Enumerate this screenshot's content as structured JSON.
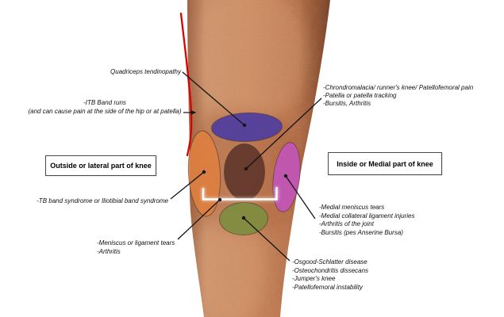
{
  "annotations": {
    "quadriceps": "Quadriceps tendinopathy",
    "itb_band": {
      "line1": "-ITB Band runs",
      "line2": "(and can cause pain at the side of the hip or at patella)"
    },
    "patellofemoral": {
      "line1": "-Chrondromalacia/ runner's knee/ Patellofemoral pain",
      "line2": "-Patella or patella tracking",
      "line3": "-Bursitis, Arthritis"
    },
    "lateral_box": "Outside or lateral part of knee",
    "medial_box": "Inside or Medial part of knee",
    "itb_syndrome": "-TB band syndrome or Iliotibial band syndrome",
    "meniscus": {
      "line1": "-Meniscus or ligament tears",
      "line2": "-Arthritis"
    },
    "medial_side": {
      "line1": "-Medial meniscus tears",
      "line2": "-Medial collateral ligament injuries",
      "line3": "-Arthritis of the joint",
      "line4": "-Bursitis (pes Anserine Bursa)"
    },
    "osgood": {
      "line1": "-Osgood-Schlatter disease",
      "line2": "-Osteochondritis dissecans",
      "line3": "-Jumper's knee",
      "line4": "-Patellofemoral instability"
    }
  },
  "colors": {
    "quadriceps_region": "#4f3ea1",
    "lateral_region": "#dd8040",
    "patella_region": "#5d342a",
    "medial_region": "#c355b8",
    "patellar_tendon_region": "#7e8d3f",
    "itb_band_line": "#dd0000",
    "leader_line": "#151515",
    "bracket": "#ffffff"
  }
}
